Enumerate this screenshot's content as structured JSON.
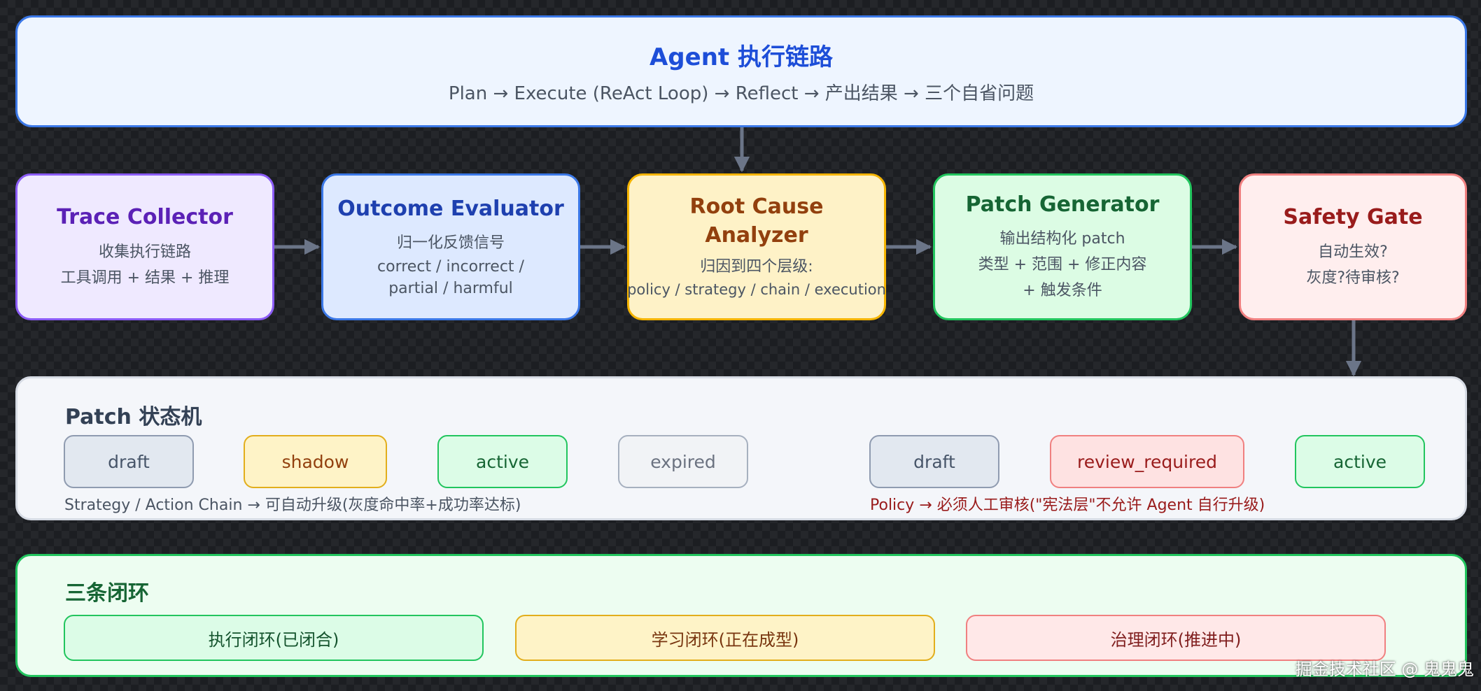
{
  "header": {
    "title": "Agent 执行链路",
    "subtitle": "Plan → Execute (ReAct Loop) → Reflect → 产出结果 → 三个自省问题"
  },
  "stages": [
    {
      "title": "Trace Collector",
      "lines": [
        "收集执行链路",
        "工具调用 + 结果 + 推理"
      ]
    },
    {
      "title": "Outcome Evaluator",
      "lines": [
        "归一化反馈信号",
        "correct / incorrect /",
        "partial / harmful"
      ]
    },
    {
      "title_lines": [
        "Root Cause",
        "Analyzer"
      ],
      "lines": [
        "归因到四个层级:",
        "policy / strategy / chain / execution"
      ]
    },
    {
      "title": "Patch Generator",
      "lines": [
        "输出结构化 patch",
        "类型 + 范围 + 修正内容",
        "+ 触发条件"
      ]
    },
    {
      "title": "Safety Gate",
      "lines": [
        "自动生效?",
        "灰度?待审核?"
      ]
    }
  ],
  "state_machine": {
    "title": "Patch 状态机",
    "left_flow": [
      "draft",
      "shadow",
      "active",
      "expired"
    ],
    "left_note": "Strategy / Action Chain → 可自动升级(灰度命中率+成功率达标)",
    "right_flow": [
      "draft",
      "review_required",
      "active"
    ],
    "right_note": "Policy → 必须人工审核(\"宪法层\"不允许 Agent 自行升级)"
  },
  "loops": {
    "title": "三条闭环",
    "items": [
      "执行闭环(已闭合)",
      "学习闭环(正在成型)",
      "治理闭环(推进中)"
    ]
  },
  "watermark": "掘金技术社区 @ 鬼鬼鬼",
  "colors": {
    "arrow": "#6b7588",
    "header_border": "#3b78e7",
    "trace": "#8b5cf6",
    "outcome": "#3b78e7",
    "root_cause": "#f5b400",
    "patch": "#22c55e",
    "safety": "#f08080"
  }
}
